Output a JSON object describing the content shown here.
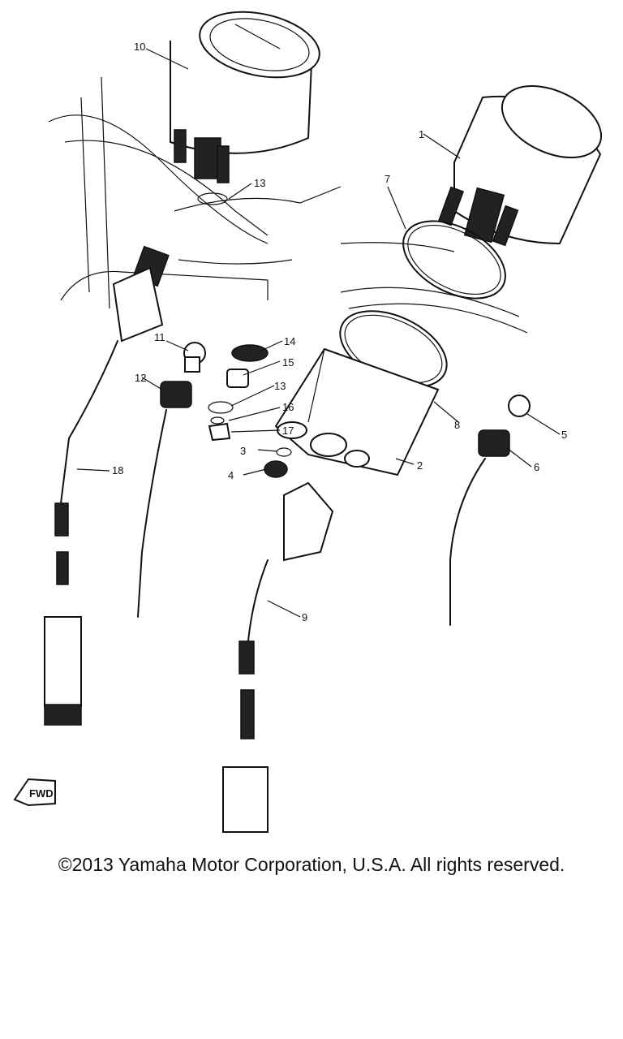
{
  "diagram": {
    "part_numbers": [
      "1",
      "2",
      "3",
      "4",
      "5",
      "6",
      "7",
      "8",
      "9",
      "10",
      "11",
      "12",
      "13",
      "13",
      "14",
      "15",
      "16",
      "17",
      "18"
    ],
    "fwd_badge": "FWD"
  },
  "footer": {
    "copyright": "©2013 Yamaha Motor Corporation, U.S.A. All rights reserved."
  }
}
